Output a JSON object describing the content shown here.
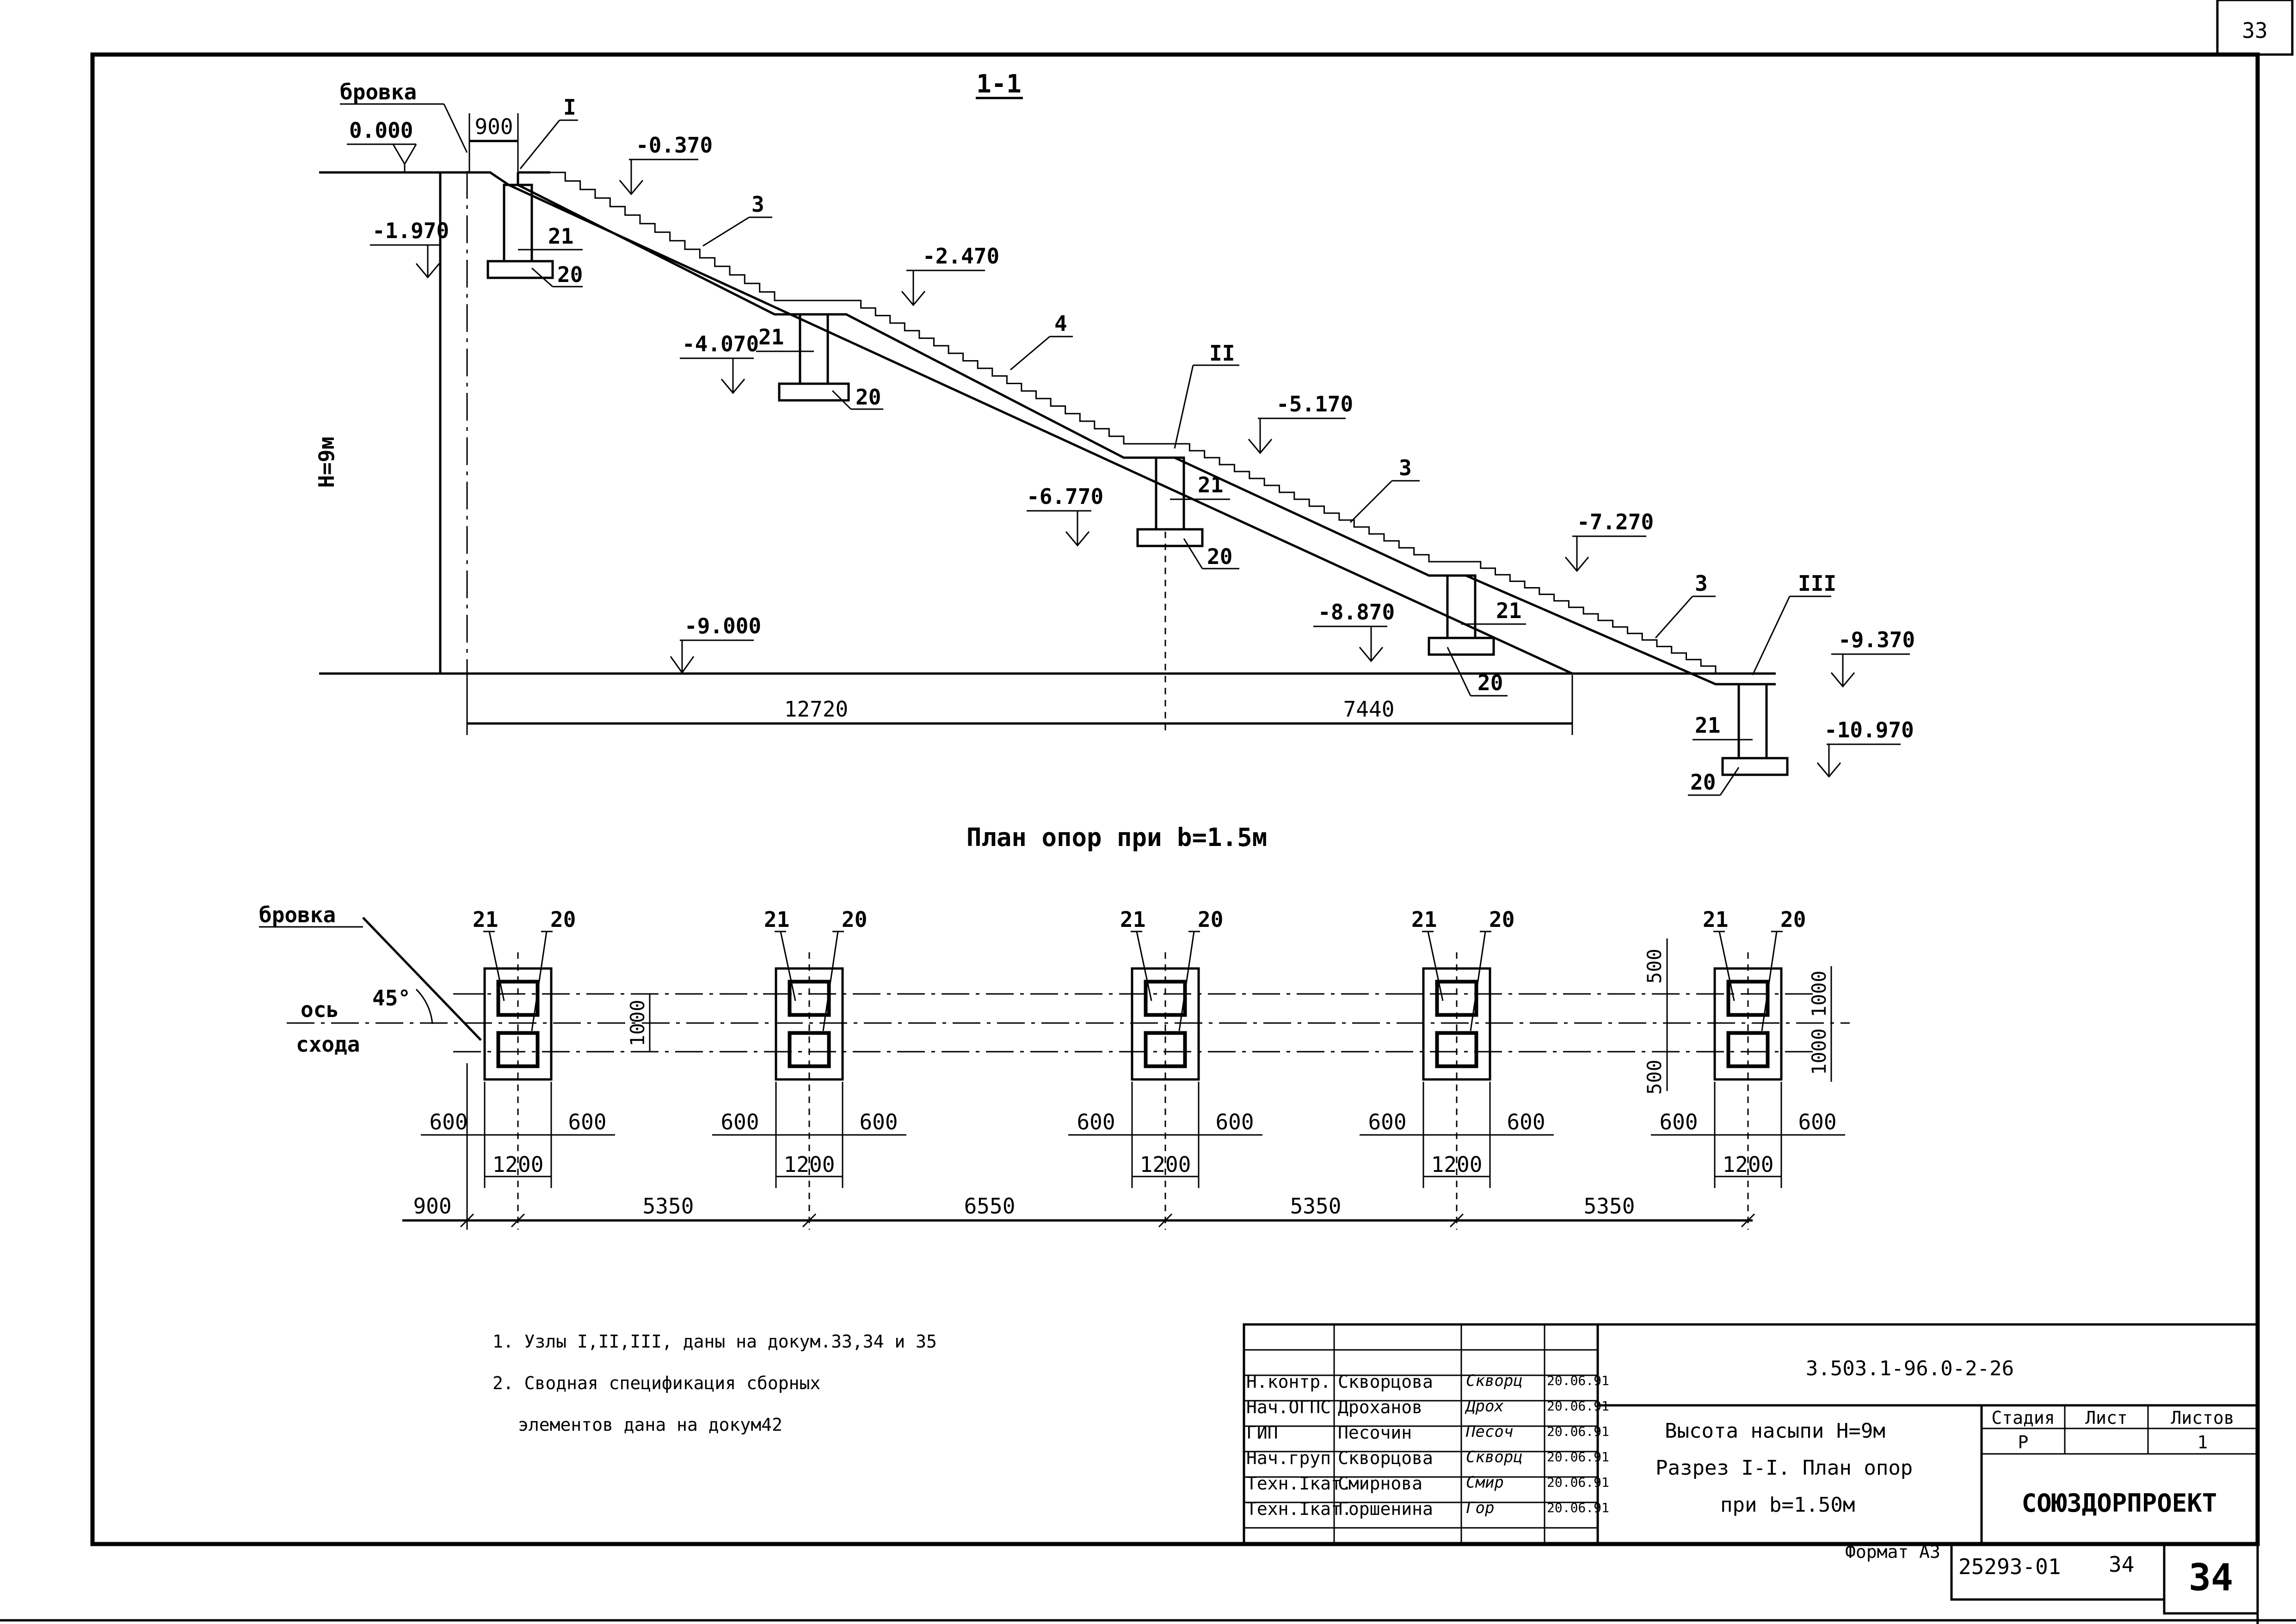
{
  "sheet": {
    "corner_number": "33",
    "section_title": "1-1",
    "plan_title": "План опор при b=1.5м",
    "format_label": "Формат А3",
    "footer_code": "25293-01",
    "footer_sheet": "34",
    "page_number": "34"
  },
  "section": {
    "label_edge": "бровка",
    "dim_top": "900",
    "height_label": "Н=9м",
    "dim_bottom_left": "12720",
    "dim_bottom_right": "7440",
    "node_labels": [
      "I",
      "II",
      "III"
    ],
    "marks": [
      "0.000",
      "-0.370",
      "-1.970",
      "-2.470",
      "-4.070",
      "-5.170",
      "-6.770",
      "-7.270",
      "-8.870",
      "-9.000",
      "-9.370",
      "-10.970"
    ],
    "part_labels": [
      "3",
      "4",
      "3",
      "3"
    ],
    "support_labels": {
      "block": "21",
      "plate": "20"
    }
  },
  "plan": {
    "label_edge": "бровка",
    "axis_label_1": "ось",
    "axis_label_2": "схода",
    "angle": "45°",
    "dim_1000": "1000",
    "dim_500": "500",
    "dim_600": "600",
    "dim_1200": "1200",
    "spacings": [
      "900",
      "5350",
      "6550",
      "5350",
      "5350"
    ]
  },
  "notes": [
    "1. Узлы I,II,III, даны на докум.33,34 и 35",
    "2. Сводная спецификация сборных",
    "элементов дана на докум42"
  ],
  "title_block": {
    "doc_code": "3.503.1-96.0-2-26",
    "title_lines": [
      "Высота насыпи Н=9м",
      "Разрез I-I. План опор",
      "при b=1.50м"
    ],
    "stage_header": "Стадия",
    "sheet_header": "Лист",
    "sheets_header": "Листов",
    "stage": "Р",
    "sheet": "",
    "sheets": "1",
    "org": "СОЮЗДОРПРОЕКТ",
    "people": [
      {
        "role": "Н.контр.",
        "name": "Скворцова",
        "sign": "Скворц",
        "date": "20.06.91"
      },
      {
        "role": "Нач.ОГПС",
        "name": "Дроханов",
        "sign": "Дрох",
        "date": "20.06.91"
      },
      {
        "role": "ГИП",
        "name": "Песочин",
        "sign": "Песоч",
        "date": "20.06.91"
      },
      {
        "role": "Нач.груп",
        "name": "Скворцова",
        "sign": "Скворц",
        "date": "20.06.91"
      },
      {
        "role": "Техн.Iкат.",
        "name": "Смирнова",
        "sign": "Смир",
        "date": "20.06.91"
      },
      {
        "role": "Техн.Iкат.",
        "name": "Горшенина",
        "sign": "Гор",
        "date": "20.06.91"
      }
    ]
  }
}
